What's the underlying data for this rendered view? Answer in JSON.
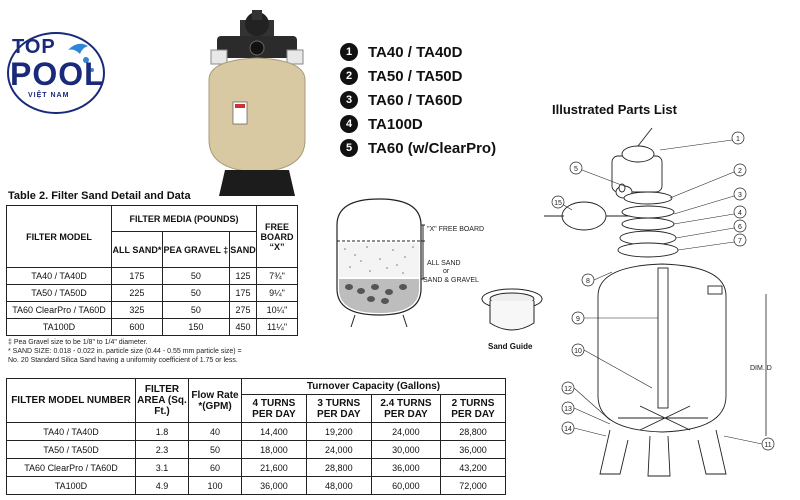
{
  "logo": {
    "line1": "TOP",
    "line2": "POOL",
    "line3": "VIỆT NAM"
  },
  "models": [
    {
      "num": "1",
      "label": "TA40 / TA40D"
    },
    {
      "num": "2",
      "label": "TA50 / TA50D"
    },
    {
      "num": "3",
      "label": "TA60 / TA60D"
    },
    {
      "num": "4",
      "label": "TA100D"
    },
    {
      "num": "5",
      "label": "TA60 (w/ClearPro)"
    }
  ],
  "parts_list_title": "Illustrated Parts List",
  "table2": {
    "title": "Table 2.   Filter Sand Detail and Data",
    "head_model": "FILTER MODEL",
    "head_media": "FILTER MEDIA (POUNDS)",
    "head_all_sand": "ALL SAND*",
    "head_pea": "PEA GRAVEL ‡",
    "head_sand": "SAND",
    "head_free": "FREE BOARD “X”",
    "rows": [
      [
        "TA40 / TA40D",
        "175",
        "50",
        "125",
        "7¾\""
      ],
      [
        "TA50 / TA50D",
        "225",
        "50",
        "175",
        "9¼\""
      ],
      [
        "TA60 ClearPro / TA60D",
        "325",
        "50",
        "275",
        "10¼\""
      ],
      [
        "TA100D",
        "600",
        "150",
        "450",
        "11¼\""
      ]
    ]
  },
  "notes": [
    "‡  Pea Gravel size to be 1/8\" to 1/4\" diameter.",
    "*  SAND SIZE: 0.018 - 0.022 in. particle size (0.44 - 0.55 mm particle size)   =",
    "    No. 20 Standard Silica Sand having a uniformity coefficient of 1.75 or less."
  ],
  "table3": {
    "head_model": "FILTER MODEL NUMBER",
    "head_area": "FILTER AREA (Sq. Ft.)",
    "head_flow": "Flow Rate *(GPM)",
    "head_turnover": "Turnover Capacity (Gallons)",
    "head_4": "4 TURNS PER DAY",
    "head_3": "3 TURNS PER DAY",
    "head_24": "2.4 TURNS PER DAY",
    "head_2": "2 TURNS PER DAY",
    "rows": [
      [
        "TA40 / TA40D",
        "1.8",
        "40",
        "14,400",
        "19,200",
        "24,000",
        "28,800"
      ],
      [
        "TA50 / TA50D",
        "2.3",
        "50",
        "18,000",
        "24,000",
        "30,000",
        "36,000"
      ],
      [
        "TA60 ClearPro / TA60D",
        "3.1",
        "60",
        "21,600",
        "28,800",
        "36,000",
        "43,200"
      ],
      [
        "TA100D",
        "4.9",
        "100",
        "36,000",
        "48,000",
        "60,000",
        "72,000"
      ]
    ]
  },
  "sand_diagram": {
    "free_board": "\"X\" FREE BOARD",
    "all_sand": "ALL SAND",
    "or": "or",
    "sand_gravel": "SAND & GRAVEL",
    "sand_guide": "Sand Guide"
  },
  "parts_numbers": [
    "1",
    "2",
    "3",
    "4",
    "5",
    "6",
    "7",
    "8",
    "9",
    "10",
    "11",
    "12",
    "13",
    "14",
    "15"
  ],
  "dim_label": "DIM. D",
  "colors": {
    "tank": "#d8c9a3",
    "base": "#1c1c1c"
  }
}
